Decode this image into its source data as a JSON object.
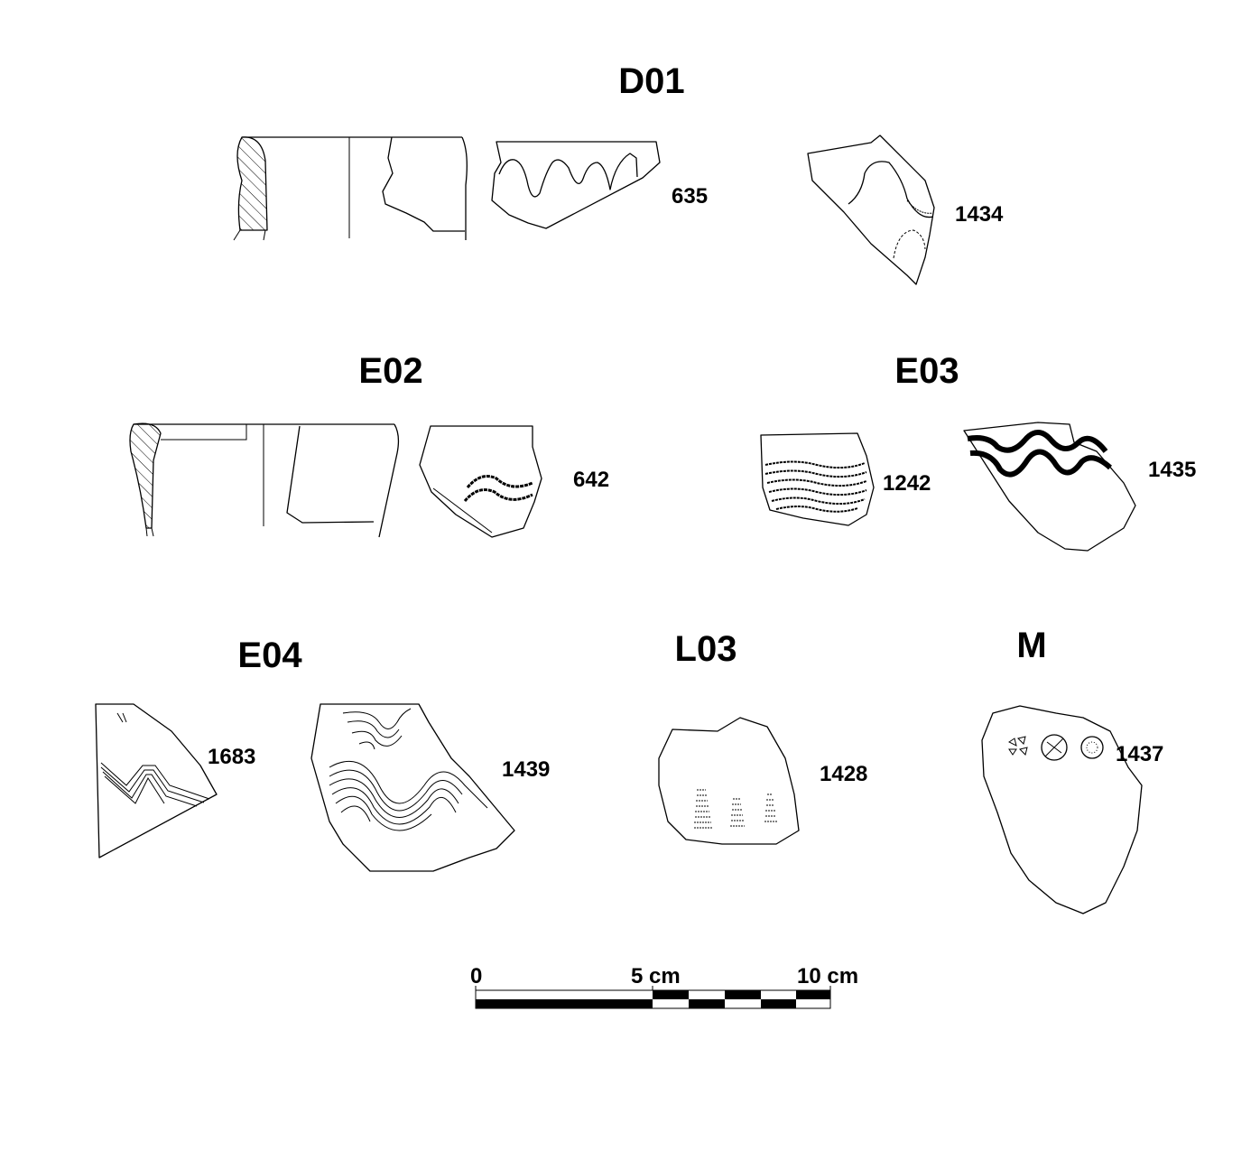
{
  "groups": {
    "d01": {
      "label": "D01",
      "sherds": [
        "635",
        "1434"
      ]
    },
    "e02": {
      "label": "E02",
      "sherds": [
        "642"
      ]
    },
    "e03": {
      "label": "E03",
      "sherds": [
        "1242",
        "1435"
      ]
    },
    "e04": {
      "label": "E04",
      "sherds": [
        "1683",
        "1439"
      ]
    },
    "l03": {
      "label": "L03",
      "sherds": [
        "1428"
      ]
    },
    "m": {
      "label": "M",
      "sherds": [
        "1437"
      ]
    }
  },
  "scale_bar": {
    "labels": [
      "0",
      "5 cm",
      "10 cm"
    ]
  }
}
